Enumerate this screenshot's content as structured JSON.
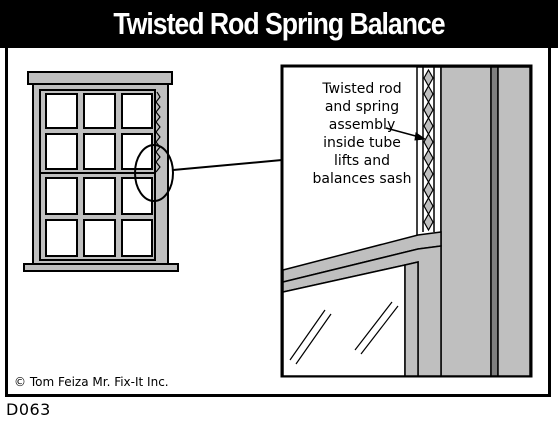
{
  "title": "Twisted Rod Spring Balance",
  "callout_text": "Twisted rod\nand spring\nassembly\ninside tube\nlifts and\nbalances sash",
  "copyright": "© Tom Feiza Mr. Fix-It Inc.",
  "drawing_code": "D063",
  "colors": {
    "frame_gray": "#bfbfbf",
    "glass": "#ffffff",
    "ink": "#000000"
  }
}
